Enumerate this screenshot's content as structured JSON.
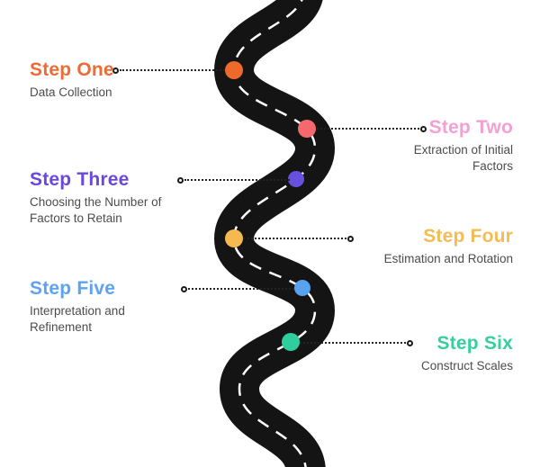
{
  "canvas": {
    "background": "#ffffff"
  },
  "road": {
    "asphalt_color": "#141414",
    "center_line_color": "#ffffff"
  },
  "connector": {
    "line_color": "#232323",
    "ring_border_color": "#1a1a1a",
    "ring_fill": "#ffffff"
  },
  "text": {
    "description_color": "#4c4c4c"
  },
  "steps": [
    {
      "title": "Step One",
      "description": "Data Collection",
      "side": "left",
      "title_color": "#EE6B33",
      "dot_color": "#ED6A2C"
    },
    {
      "title": "Step Two",
      "description": "Extraction of Initial Factors",
      "side": "right",
      "title_color": "#F49FD6",
      "dot_color": "#F4696E"
    },
    {
      "title": "Step Three",
      "description": "Choosing the Number of Factors to Retain",
      "side": "left",
      "title_color": "#6B48DB",
      "dot_color": "#6850DF"
    },
    {
      "title": "Step Four",
      "description": "Estimation and Rotation",
      "side": "right",
      "title_color": "#F5BC55",
      "dot_color": "#F5B94F"
    },
    {
      "title": "Step Five",
      "description": "Interpretation and Refinement",
      "side": "left",
      "title_color": "#5EA3F1",
      "dot_color": "#58A2EF"
    },
    {
      "title": "Step Six",
      "description": "Construct Scales",
      "side": "right",
      "title_color": "#35D09E",
      "dot_color": "#2ECE9D"
    }
  ]
}
